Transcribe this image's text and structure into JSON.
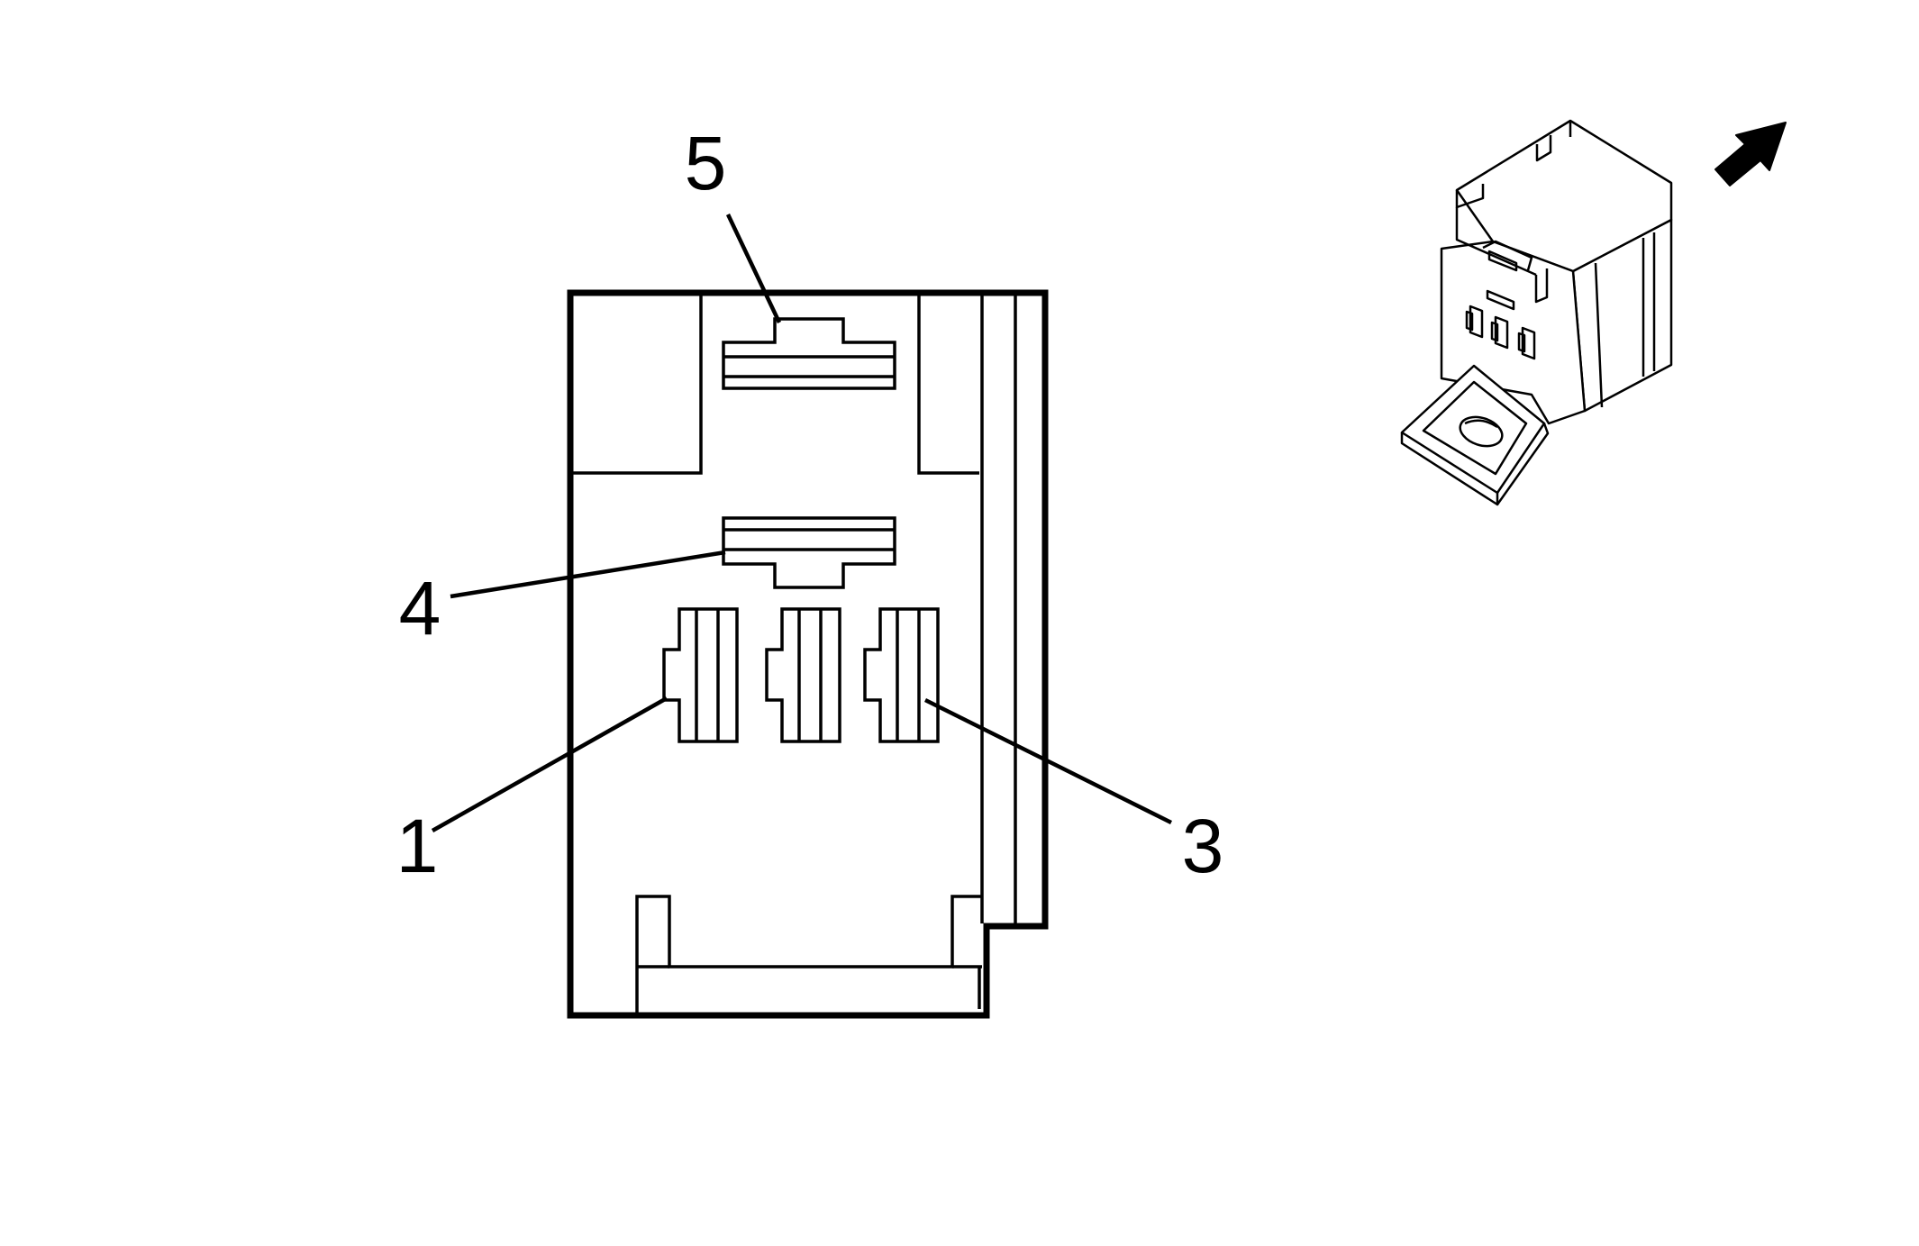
{
  "callouts": [
    {
      "id": "terminal-5",
      "label": "5"
    },
    {
      "id": "terminal-4",
      "label": "4"
    },
    {
      "id": "terminal-1",
      "label": "1"
    },
    {
      "id": "terminal-3",
      "label": "3"
    }
  ],
  "icons": {
    "connector_view": "relay-connector-iso-icon",
    "direction": "view-direction-arrow-icon"
  },
  "colors": {
    "line": "#000000",
    "background": "#ffffff"
  }
}
